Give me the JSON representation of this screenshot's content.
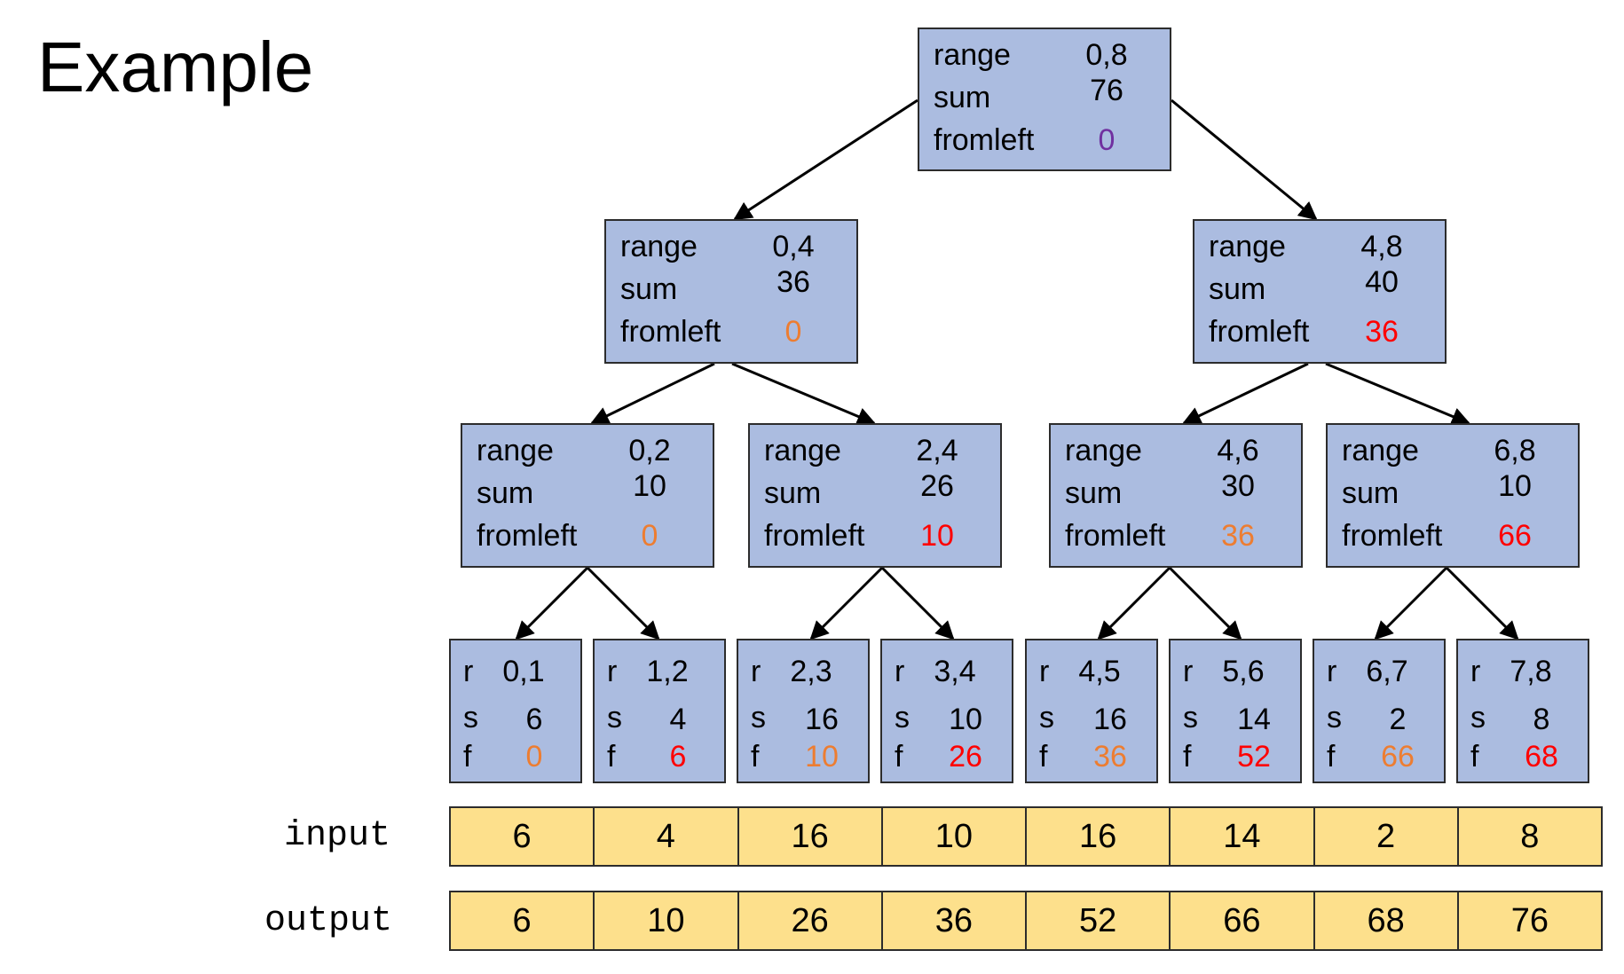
{
  "title": "Example",
  "colors": {
    "node_fill": "#abbce0",
    "array_fill": "#fde08c",
    "purple": "#7030a0",
    "orange": "#ed7d31",
    "red": "#ff0000"
  },
  "labels": {
    "range": "range",
    "sum": "sum",
    "fromleft": "fromleft",
    "r": "r",
    "s": "s",
    "f": "f"
  },
  "root": {
    "range": "0,8",
    "sum": "76",
    "fromleft": "0"
  },
  "level1": [
    {
      "range": "0,4",
      "sum": "36",
      "fromleft": "0"
    },
    {
      "range": "4,8",
      "sum": "40",
      "fromleft": "36"
    }
  ],
  "level2": [
    {
      "range": "0,2",
      "sum": "10",
      "fromleft": "0"
    },
    {
      "range": "2,4",
      "sum": "26",
      "fromleft": "10"
    },
    {
      "range": "4,6",
      "sum": "30",
      "fromleft": "36"
    },
    {
      "range": "6,8",
      "sum": "10",
      "fromleft": "66"
    }
  ],
  "leaves": [
    {
      "r": "0,1",
      "s": "6",
      "f": "0"
    },
    {
      "r": "1,2",
      "s": "4",
      "f": "6"
    },
    {
      "r": "2,3",
      "s": "16",
      "f": "10"
    },
    {
      "r": "3,4",
      "s": "10",
      "f": "26"
    },
    {
      "r": "4,5",
      "s": "16",
      "f": "36"
    },
    {
      "r": "5,6",
      "s": "14",
      "f": "52"
    },
    {
      "r": "6,7",
      "s": "2",
      "f": "66"
    },
    {
      "r": "7,8",
      "s": "8",
      "f": "68"
    }
  ],
  "input": {
    "label": "input",
    "values": [
      "6",
      "4",
      "16",
      "10",
      "16",
      "14",
      "2",
      "8"
    ]
  },
  "output": {
    "label": "output",
    "values": [
      "6",
      "10",
      "26",
      "36",
      "52",
      "66",
      "68",
      "76"
    ]
  }
}
